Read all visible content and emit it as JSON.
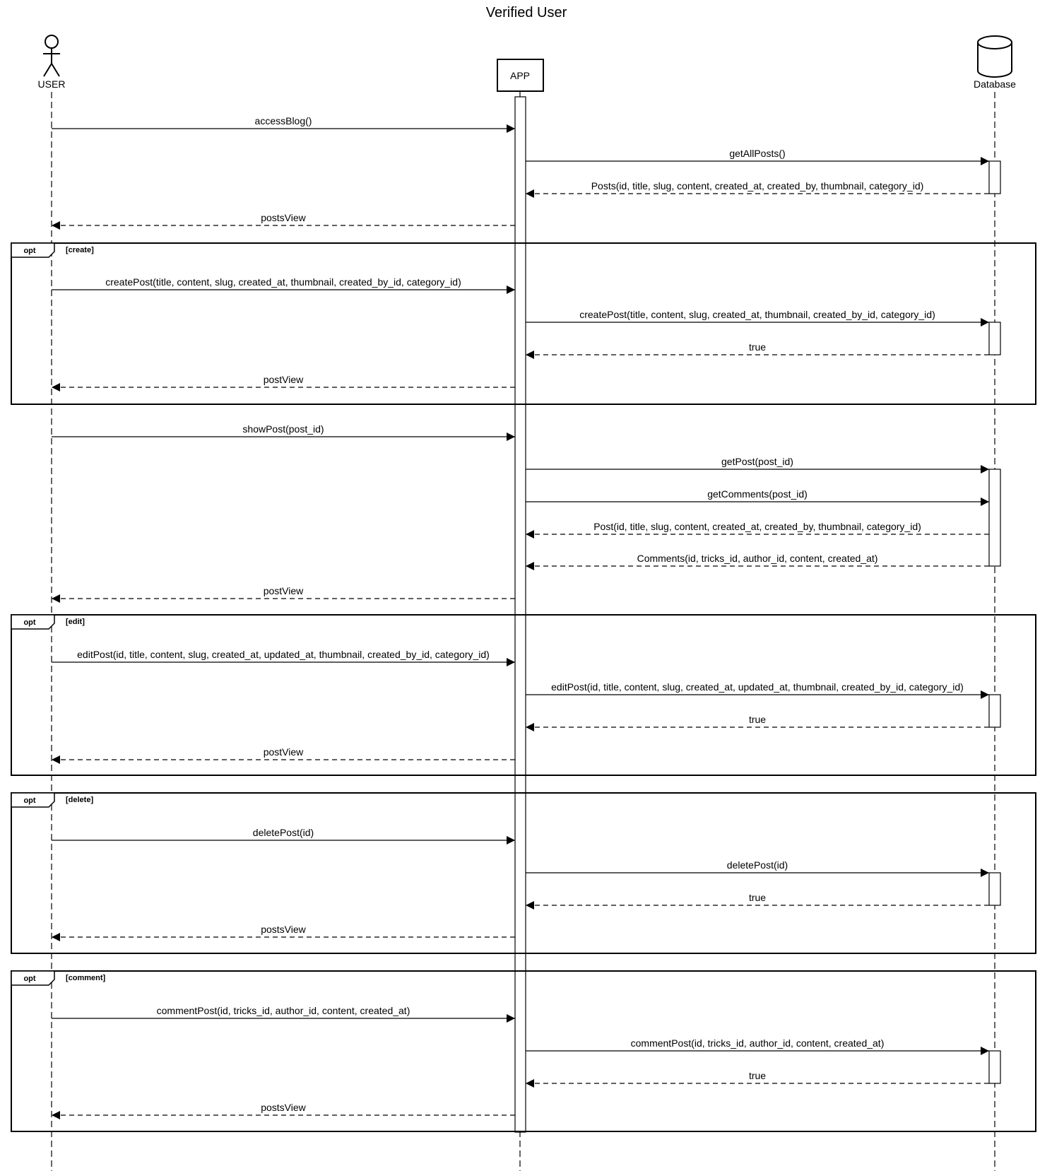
{
  "title": "Verified User",
  "participants": {
    "user": "USER",
    "app": "APP",
    "db": "Database"
  },
  "messages": [
    {
      "label": "accessBlog()"
    },
    {
      "label": "getAllPosts()"
    },
    {
      "label": "Posts(id, title, slug, content, created_at, created_by, thumbnail, category_id)"
    },
    {
      "label": "postsView"
    },
    {
      "label": "createPost(title, content, slug, created_at, thumbnail, created_by_id, category_id)"
    },
    {
      "label": "createPost(title, content, slug, created_at, thumbnail, created_by_id, category_id)"
    },
    {
      "label": "true"
    },
    {
      "label": "postView"
    },
    {
      "label": "showPost(post_id)"
    },
    {
      "label": "getPost(post_id)"
    },
    {
      "label": "getComments(post_id)"
    },
    {
      "label": "Post(id, title, slug, content, created_at, created_by, thumbnail, category_id)"
    },
    {
      "label": "Comments(id, tricks_id, author_id, content, created_at)"
    },
    {
      "label": "postView"
    },
    {
      "label": "editPost(id, title, content, slug, created_at, updated_at, thumbnail, created_by_id, category_id)"
    },
    {
      "label": "editPost(id, title, content, slug, created_at, updated_at, thumbnail, created_by_id, category_id)"
    },
    {
      "label": "true"
    },
    {
      "label": "postView"
    },
    {
      "label": "deletePost(id)"
    },
    {
      "label": "deletePost(id)"
    },
    {
      "label": "true"
    },
    {
      "label": "postsView"
    },
    {
      "label": "commentPost(id, tricks_id, author_id, content, created_at)"
    },
    {
      "label": "commentPost(id, tricks_id, author_id, content, created_at)"
    },
    {
      "label": "true"
    },
    {
      "label": "postsView"
    }
  ],
  "fragments": [
    {
      "operator": "opt",
      "guard": "[create]"
    },
    {
      "operator": "opt",
      "guard": "[edit]"
    },
    {
      "operator": "opt",
      "guard": "[delete]"
    },
    {
      "operator": "opt",
      "guard": "[comment]"
    }
  ]
}
